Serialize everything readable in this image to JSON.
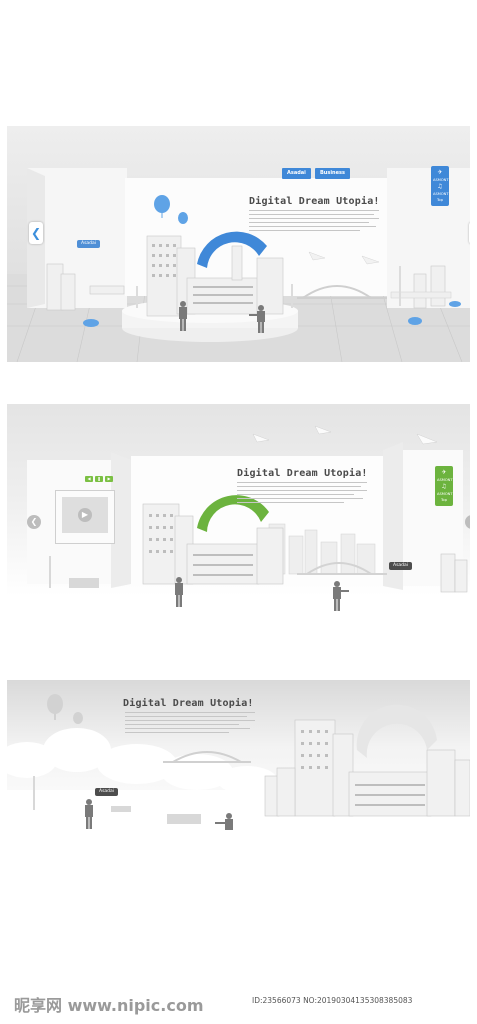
{
  "panel1": {
    "title": "Digital Dream Utopia!",
    "tabs": [
      "Asadai",
      "Business"
    ],
    "callout": "Asadai",
    "ribbon": {
      "lines": [
        "✈",
        "ASMONT",
        "♫",
        "ASMONT",
        "Top"
      ],
      "color": "#3f88d8"
    }
  },
  "panel2": {
    "title": "Digital Dream Utopia!",
    "callout": "Asadai",
    "ribbon": {
      "lines": [
        "✈",
        "ASMONT",
        "♫",
        "ASMONT",
        "Top"
      ],
      "color": "#6cb33e"
    }
  },
  "panel3": {
    "title": "Digital Dream Utopia!",
    "callout": "Asadai"
  },
  "colors": {
    "blue_accent": "#3f88d8",
    "green_accent": "#6cb33e"
  },
  "footer": {
    "logo": "昵享网 www.nipic.com",
    "id_line": "ID:23566073 NO:20190304135308385083"
  }
}
